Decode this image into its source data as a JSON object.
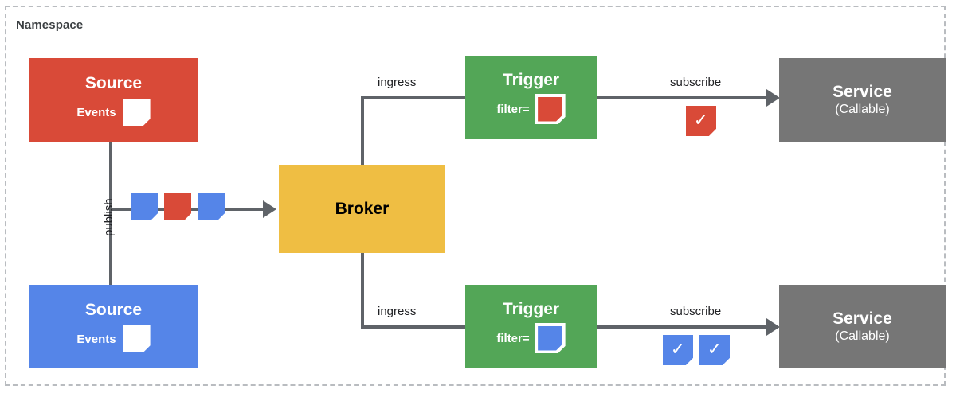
{
  "diagram": {
    "namespace_label": "Namespace",
    "colors": {
      "red": "#d94a38",
      "blue": "#5585e8",
      "green": "#53a657",
      "yellow": "#efbe43",
      "gray": "#767676",
      "line": "#5f6368",
      "frame_border": "#b9bcc0",
      "white": "#ffffff"
    },
    "nodes": {
      "source_red": {
        "title": "Source",
        "events_label": "Events",
        "event_color": "white"
      },
      "source_blue": {
        "title": "Source",
        "events_label": "Events",
        "event_color": "white"
      },
      "broker": {
        "title": "Broker"
      },
      "trigger_top": {
        "title": "Trigger",
        "filter_label": "filter=",
        "filter_color": "red"
      },
      "trigger_bottom": {
        "title": "Trigger",
        "filter_label": "filter=",
        "filter_color": "blue"
      },
      "service_top": {
        "title": "Service",
        "subtitle": "(Callable)"
      },
      "service_bottom": {
        "title": "Service",
        "subtitle": "(Callable)"
      }
    },
    "edges": {
      "publish": "publish",
      "ingress_top": "ingress",
      "ingress_bottom": "ingress",
      "subscribe_top": "subscribe",
      "subscribe_bottom": "subscribe"
    },
    "event_stream": {
      "items": [
        "blue",
        "red",
        "blue"
      ]
    },
    "delivered_top": {
      "checks": [
        "red"
      ],
      "check_glyph": "✓"
    },
    "delivered_bottom": {
      "checks": [
        "blue",
        "blue"
      ],
      "check_glyph": "✓"
    }
  }
}
